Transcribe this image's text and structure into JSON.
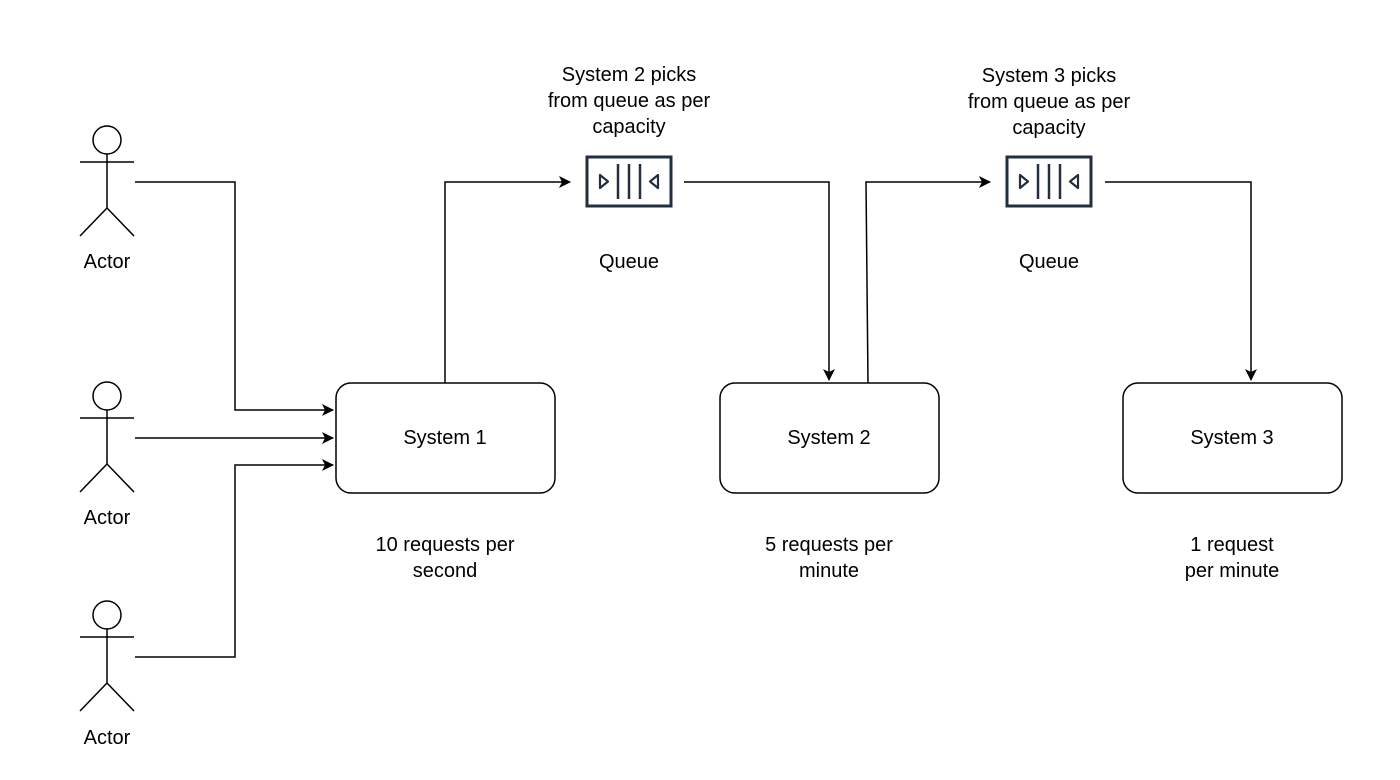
{
  "actors": [
    {
      "label": "Actor"
    },
    {
      "label": "Actor"
    },
    {
      "label": "Actor"
    }
  ],
  "systems": [
    {
      "label": "System 1",
      "rate": [
        "10 requests per",
        "second"
      ]
    },
    {
      "label": "System 2",
      "rate": [
        "5 requests per",
        "minute"
      ]
    },
    {
      "label": "System 3",
      "rate": [
        "1 request",
        "per minute"
      ]
    }
  ],
  "queues": [
    {
      "label": "Queue",
      "note": [
        "System 2 picks",
        "from queue as per",
        "capacity"
      ]
    },
    {
      "label": "Queue",
      "note": [
        "System 3 picks",
        "from queue as per",
        "capacity"
      ]
    }
  ],
  "colors": {
    "line": "#000000",
    "queue_icon": "#232f3e"
  }
}
